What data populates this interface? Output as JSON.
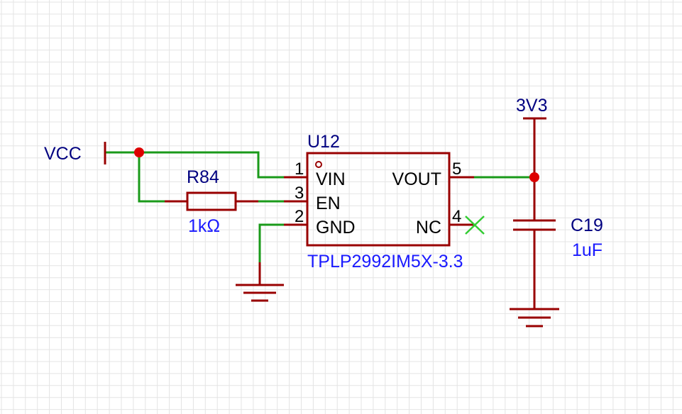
{
  "colors": {
    "background": "#ffffff",
    "grid": "#e4e4e4",
    "wire": "#1a9a1a",
    "component": "#990000",
    "junction": "#dd0000",
    "net_label": "#000080",
    "value_label": "#1a1aff",
    "pin_text": "#000000",
    "no_connect": "#33cc33"
  },
  "nets": {
    "vcc": "VCC",
    "v3v3": "3V3"
  },
  "u12": {
    "designator": "U12",
    "part_number": "TPLP2992IM5X-3.3",
    "pins": {
      "vin": {
        "number": "1",
        "name": "VIN"
      },
      "en": {
        "number": "3",
        "name": "EN"
      },
      "gnd": {
        "number": "2",
        "name": "GND"
      },
      "vout": {
        "number": "5",
        "name": "VOUT"
      },
      "nc": {
        "number": "4",
        "name": "NC"
      }
    }
  },
  "r84": {
    "designator": "R84",
    "value": "1kΩ"
  },
  "c19": {
    "designator": "C19",
    "value": "1uF"
  },
  "icons": [
    "ground-symbol-icon",
    "no-connect-icon",
    "pin1-marker-icon"
  ]
}
